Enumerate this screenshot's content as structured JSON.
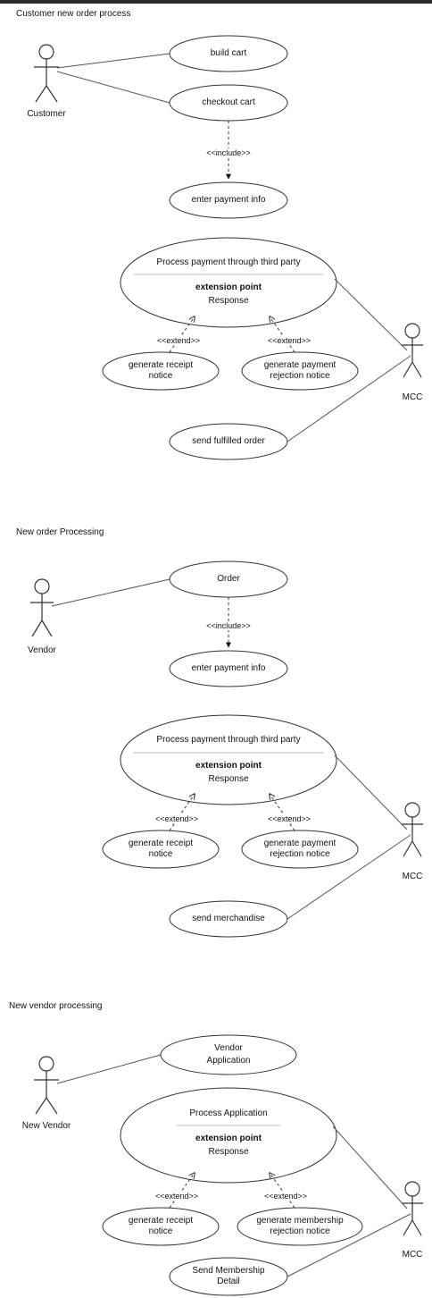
{
  "sections": [
    {
      "title": "Customer new order process",
      "actors": [
        "Customer",
        "MCC"
      ],
      "use_cases": {
        "build_cart": "build cart",
        "checkout_cart": "checkout cart",
        "enter_payment": "enter payment info",
        "process_payment": "Process payment through third party",
        "extension_point": "extension point",
        "response": "Response",
        "receipt_line1": "generate receipt",
        "receipt_line2": "notice",
        "rejection_line1": "generate payment",
        "rejection_line2": "rejection notice",
        "send": "send fulfilled order"
      },
      "stereotypes": {
        "include": "<<include>>",
        "extend1": "<<extend>>",
        "extend2": "<<extend>>"
      }
    },
    {
      "title": "New order Processing",
      "actors": [
        "Vendor",
        "MCC"
      ],
      "use_cases": {
        "order": "Order",
        "enter_payment": "enter payment info",
        "process_payment": "Process payment through third party",
        "extension_point": "extension point",
        "response": "Response",
        "receipt_line1": "generate receipt",
        "receipt_line2": "notice",
        "rejection_line1": "generate payment",
        "rejection_line2": "rejection notice",
        "send": "send merchandise"
      },
      "stereotypes": {
        "include": "<<include>>",
        "extend1": "<<extend>>",
        "extend2": "<<extend>>"
      }
    },
    {
      "title": "New vendor processing",
      "actors": [
        "New Vendor",
        "MCC"
      ],
      "use_cases": {
        "vendor_app_line1": "Vendor",
        "vendor_app_line2": "Application",
        "process_application": "Process Application",
        "extension_point": "extension point",
        "response": "Response",
        "receipt_line1": "generate receipt",
        "receipt_line2": "notice",
        "rejection_line1": "generate membership",
        "rejection_line2": "rejection notice",
        "send_line1": "Send Membership",
        "send_line2": "Detail"
      },
      "stereotypes": {
        "extend1": "<<extend>>",
        "extend2": "<<extend>>"
      }
    }
  ],
  "colors": {
    "line": "#555555",
    "ellipse_stroke": "#333333",
    "topbar": "#2b2b2b"
  }
}
